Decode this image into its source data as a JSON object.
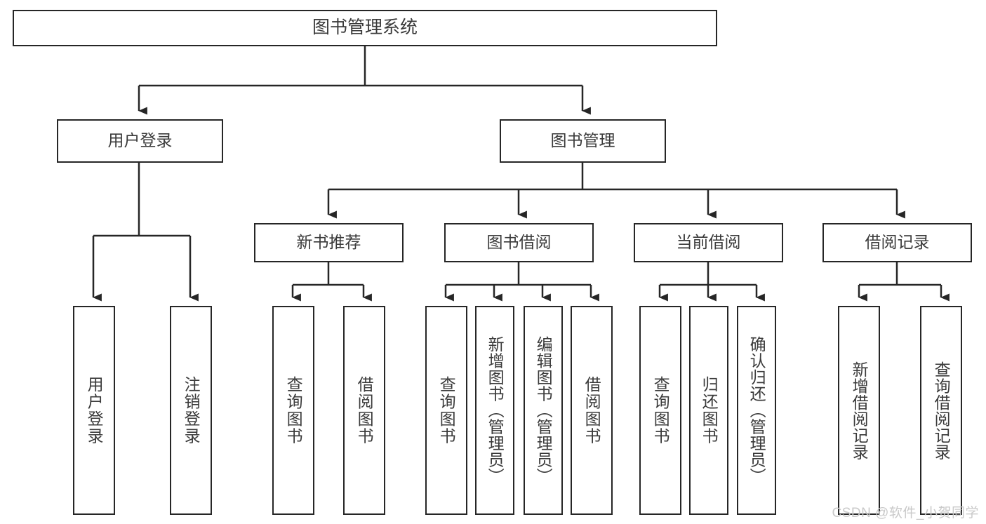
{
  "diagram": {
    "type": "tree-hierarchy",
    "title": "图书管理系统",
    "watermark": "CSDN @软件_小贺同学",
    "colors": {
      "stroke": "#262626",
      "text": "#3a3a3a",
      "background": "#ffffff",
      "watermark": "#c9c9c9"
    },
    "nodes": {
      "root": {
        "label": "图书管理系统"
      },
      "level1": [
        {
          "label": "用户登录"
        },
        {
          "label": "图书管理"
        }
      ],
      "level2": [
        {
          "label": "新书推荐"
        },
        {
          "label": "图书借阅"
        },
        {
          "label": "当前借阅"
        },
        {
          "label": "借阅记录"
        }
      ],
      "leaves": {
        "user_login": [
          {
            "label": "用户登录"
          },
          {
            "label": "注销登录"
          }
        ],
        "new_book": [
          {
            "label": "查询图书"
          },
          {
            "label": "借阅图书"
          }
        ],
        "book_borrow": [
          {
            "label": "查询图书"
          },
          {
            "label": "新增图书（管理员）"
          },
          {
            "label": "编辑图书（管理员）"
          },
          {
            "label": "借阅图书"
          }
        ],
        "current_borrow": [
          {
            "label": "查询图书"
          },
          {
            "label": "归还图书"
          },
          {
            "label": "确认归还（管理员）"
          }
        ],
        "borrow_record": [
          {
            "label": "新增借阅记录"
          },
          {
            "label": "查询借阅记录"
          }
        ]
      }
    }
  }
}
